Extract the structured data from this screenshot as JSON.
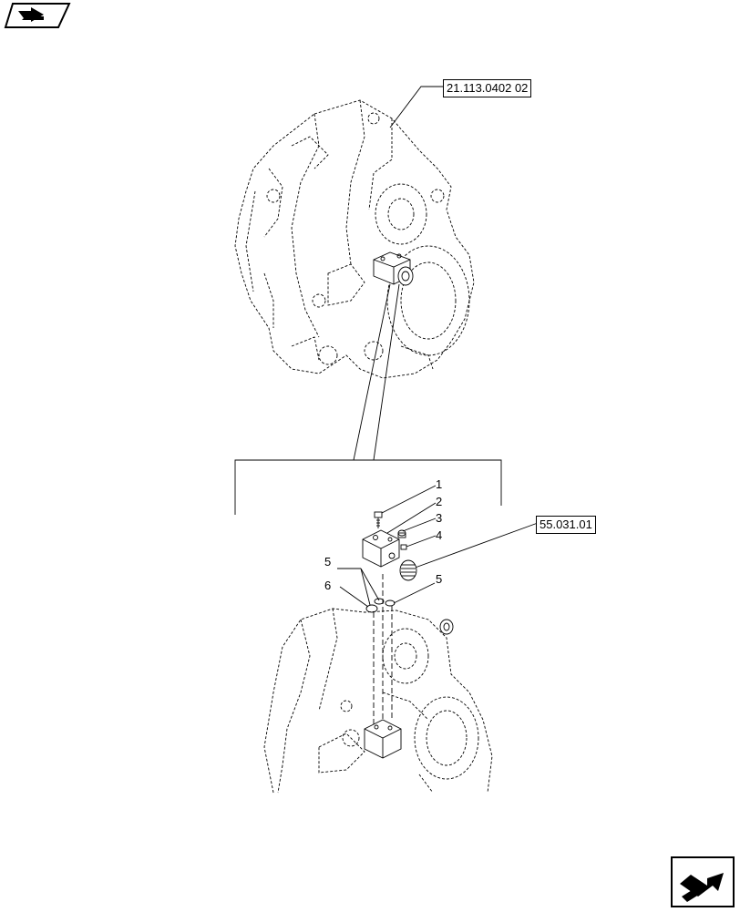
{
  "references": {
    "upper": "21.113.0402 02",
    "lower": "55.031.01"
  },
  "callouts": [
    "1",
    "2",
    "3",
    "4",
    "5",
    "6",
    "5"
  ],
  "nav": {
    "top_icon": "page-back-icon",
    "bottom_icon": "page-forward-icon"
  }
}
